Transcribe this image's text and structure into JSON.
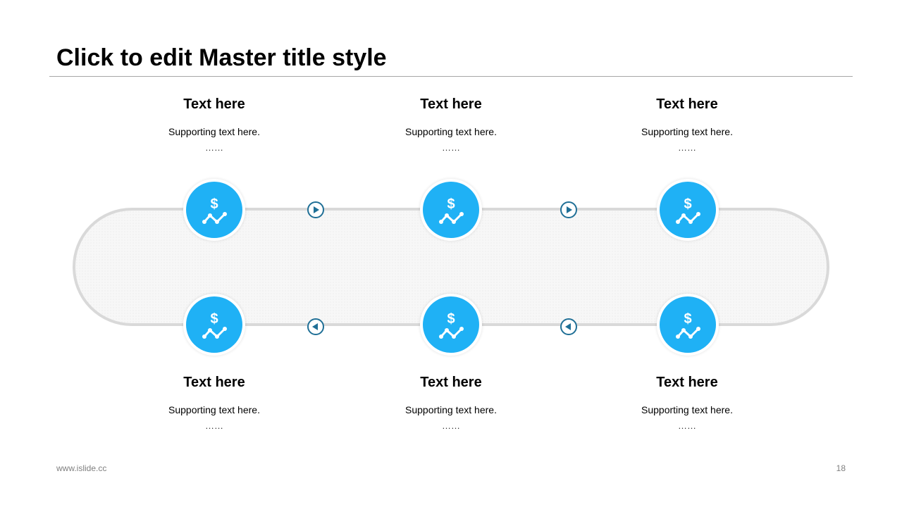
{
  "slide": {
    "title": "Click to edit Master title style",
    "footer_url": "www.islide.cc",
    "page_number": "18"
  },
  "steps": [
    {
      "title": "Text here",
      "support": "Supporting text here.",
      "dots": "……",
      "icon": "dollar-trend-icon"
    },
    {
      "title": "Text here",
      "support": "Supporting text here.",
      "dots": "……",
      "icon": "dollar-trend-icon"
    },
    {
      "title": "Text here",
      "support": "Supporting text here.",
      "dots": "……",
      "icon": "dollar-trend-icon"
    },
    {
      "title": "Text here",
      "support": "Supporting text here.",
      "dots": "……",
      "icon": "dollar-trend-icon"
    },
    {
      "title": "Text here",
      "support": "Supporting text here.",
      "dots": "……",
      "icon": "dollar-trend-icon"
    },
    {
      "title": "Text here",
      "support": "Supporting text here.",
      "dots": "……",
      "icon": "dollar-trend-icon"
    }
  ],
  "colors": {
    "node_fill": "#1fb1f5",
    "arrow": "#1f6f96",
    "track": "#d9d9d9"
  }
}
